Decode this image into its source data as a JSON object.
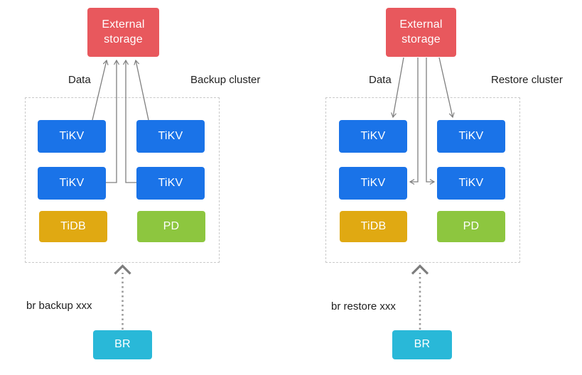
{
  "colors": {
    "external_storage": "#E8585D",
    "tikv": "#1A73E8",
    "tidb": "#E0A912",
    "pd": "#8DC63F",
    "br": "#29B8D8",
    "arrow": "#7F7F7F",
    "cluster_border": "#C9C9C9"
  },
  "clusters": [
    {
      "title": "Backup cluster",
      "data_flow_label": "Data",
      "storage_label": "External storage",
      "tikv_label": "TiKV",
      "tidb_label": "TiDB",
      "pd_label": "PD",
      "br_label": "BR",
      "command": "br backup xxx",
      "edges": [
        "TiKV (top-left) -> External storage",
        "TiKV (top-right) -> External storage",
        "TiKV (mid-left) -> External storage",
        "TiKV (mid-right) -> External storage",
        "BR ..> cluster (dotted)"
      ]
    },
    {
      "title": "Restore cluster",
      "data_flow_label": "Data",
      "storage_label": "External storage",
      "tikv_label": "TiKV",
      "tidb_label": "TiDB",
      "pd_label": "PD",
      "br_label": "BR",
      "command": "br restore xxx",
      "edges": [
        "External storage -> TiKV (top-left)",
        "External storage -> TiKV (top-right)",
        "External storage -> TiKV (mid-left)",
        "External storage -> TiKV (mid-right)",
        "BR ..> cluster (dotted)"
      ]
    }
  ]
}
